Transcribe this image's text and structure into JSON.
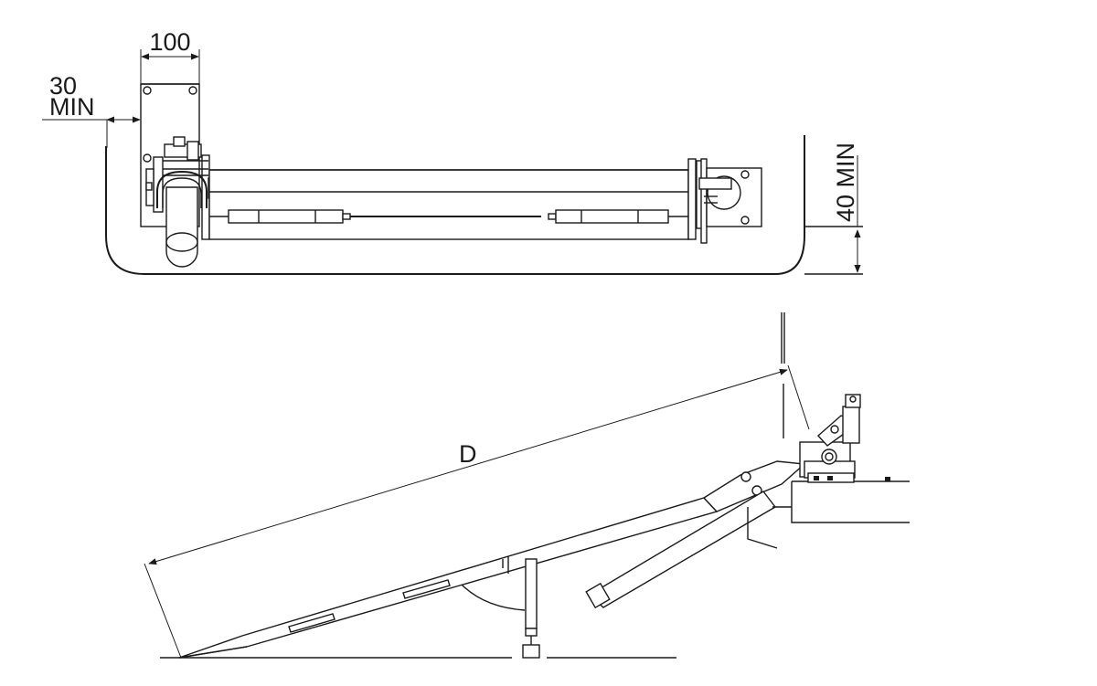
{
  "dimensions": {
    "width_label": "100",
    "side_clearance_value": "30",
    "side_clearance_unit": "MIN",
    "bottom_clearance_label": "40 MIN",
    "length_label": "D"
  }
}
